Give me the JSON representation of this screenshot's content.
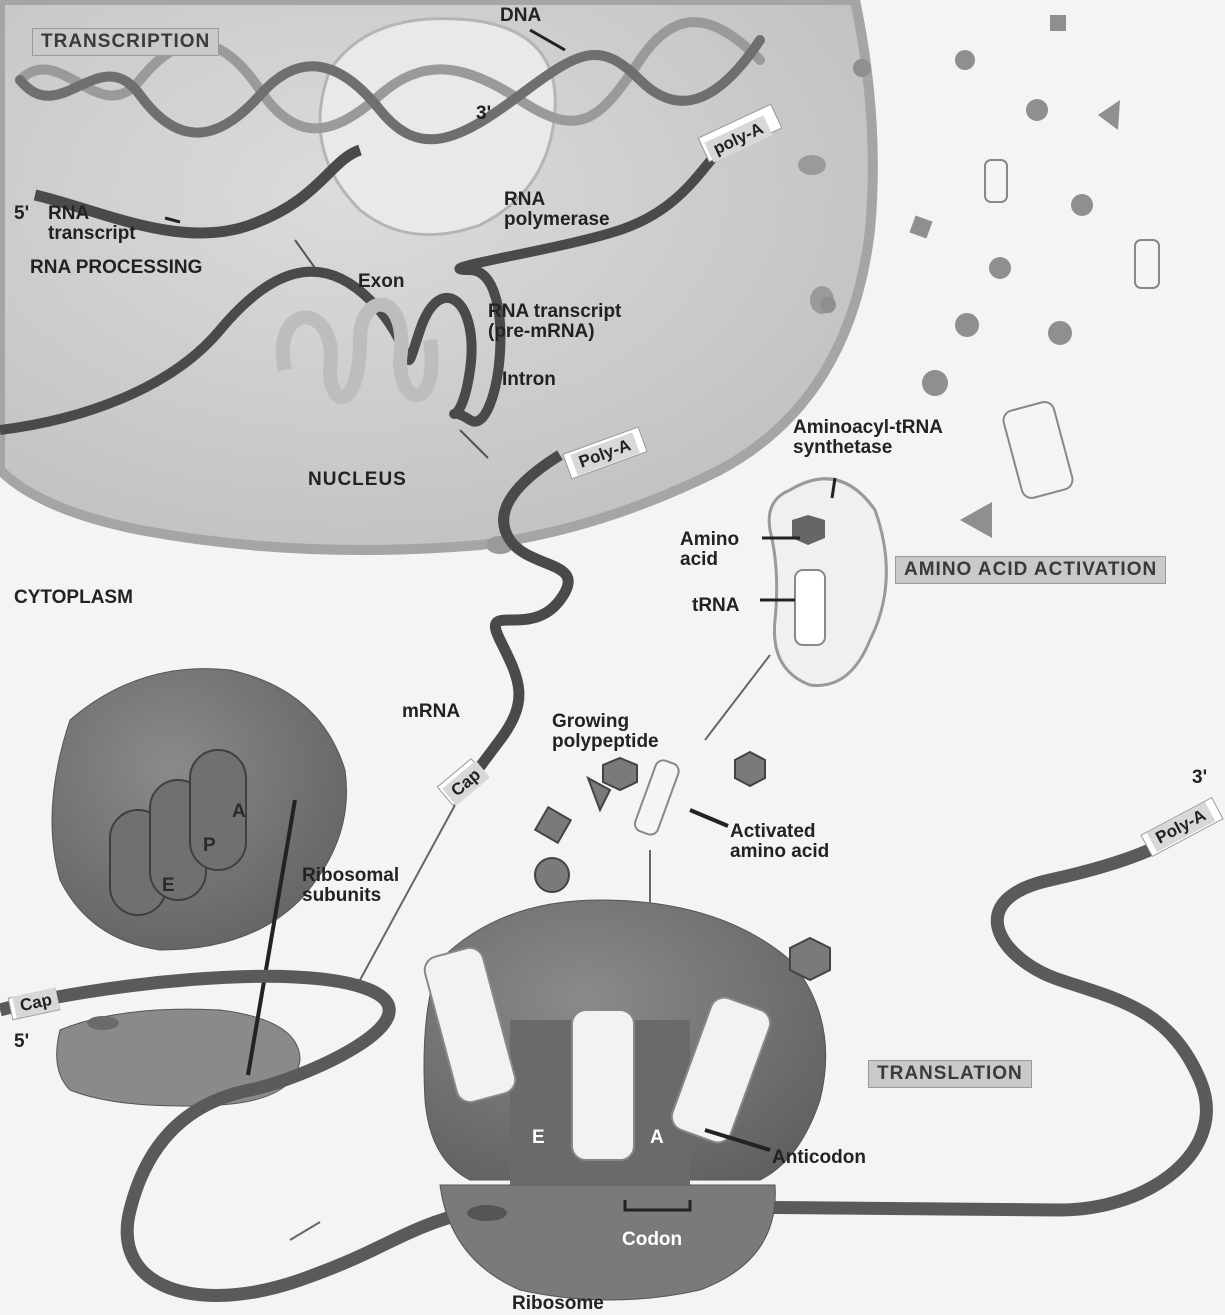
{
  "labels": {
    "dna": "DNA",
    "three_prime_top": "3'",
    "five_prime_top": "5'",
    "rna_transcript": "RNA\ntranscript",
    "rna_polymerase": "RNA\npolymerase",
    "rna_processing": "RNA PROCESSING",
    "exon": "Exon",
    "pre_mrna": "RNA transcript\n(pre-mRNA)",
    "intron": "Intron",
    "poly_a_top": "poly-A",
    "poly_a_mid": "Poly-A",
    "nucleus": "NUCLEUS",
    "cytoplasm": "CYTOPLASM",
    "aminoacyl_synthetase": "Aminoacyl-tRNA\nsynthetase",
    "amino_acid": "Amino\nacid",
    "trna": "tRNA",
    "mrna": "mRNA",
    "cap_mid": "Cap",
    "growing_polypeptide": "Growing\npolypeptide",
    "activated_amino_acid": "Activated\namino acid",
    "ribosomal_subunits": "Ribosomal\nsubunits",
    "site_e_left": "E",
    "site_p_left": "P",
    "site_a_left": "A",
    "cap_left": "Cap",
    "five_prime_left": "5'",
    "three_prime_right": "3'",
    "poly_a_right": "Poly-A",
    "site_e_ribo": "E",
    "site_a_ribo": "A",
    "anticodon": "Anticodon",
    "codon": "Codon",
    "ribosome": "Ribosome"
  },
  "sections": {
    "transcription": "TRANSCRIPTION",
    "amino_acid_activation": "AMINO ACID ACTIVATION",
    "translation": "TRANSLATION"
  }
}
